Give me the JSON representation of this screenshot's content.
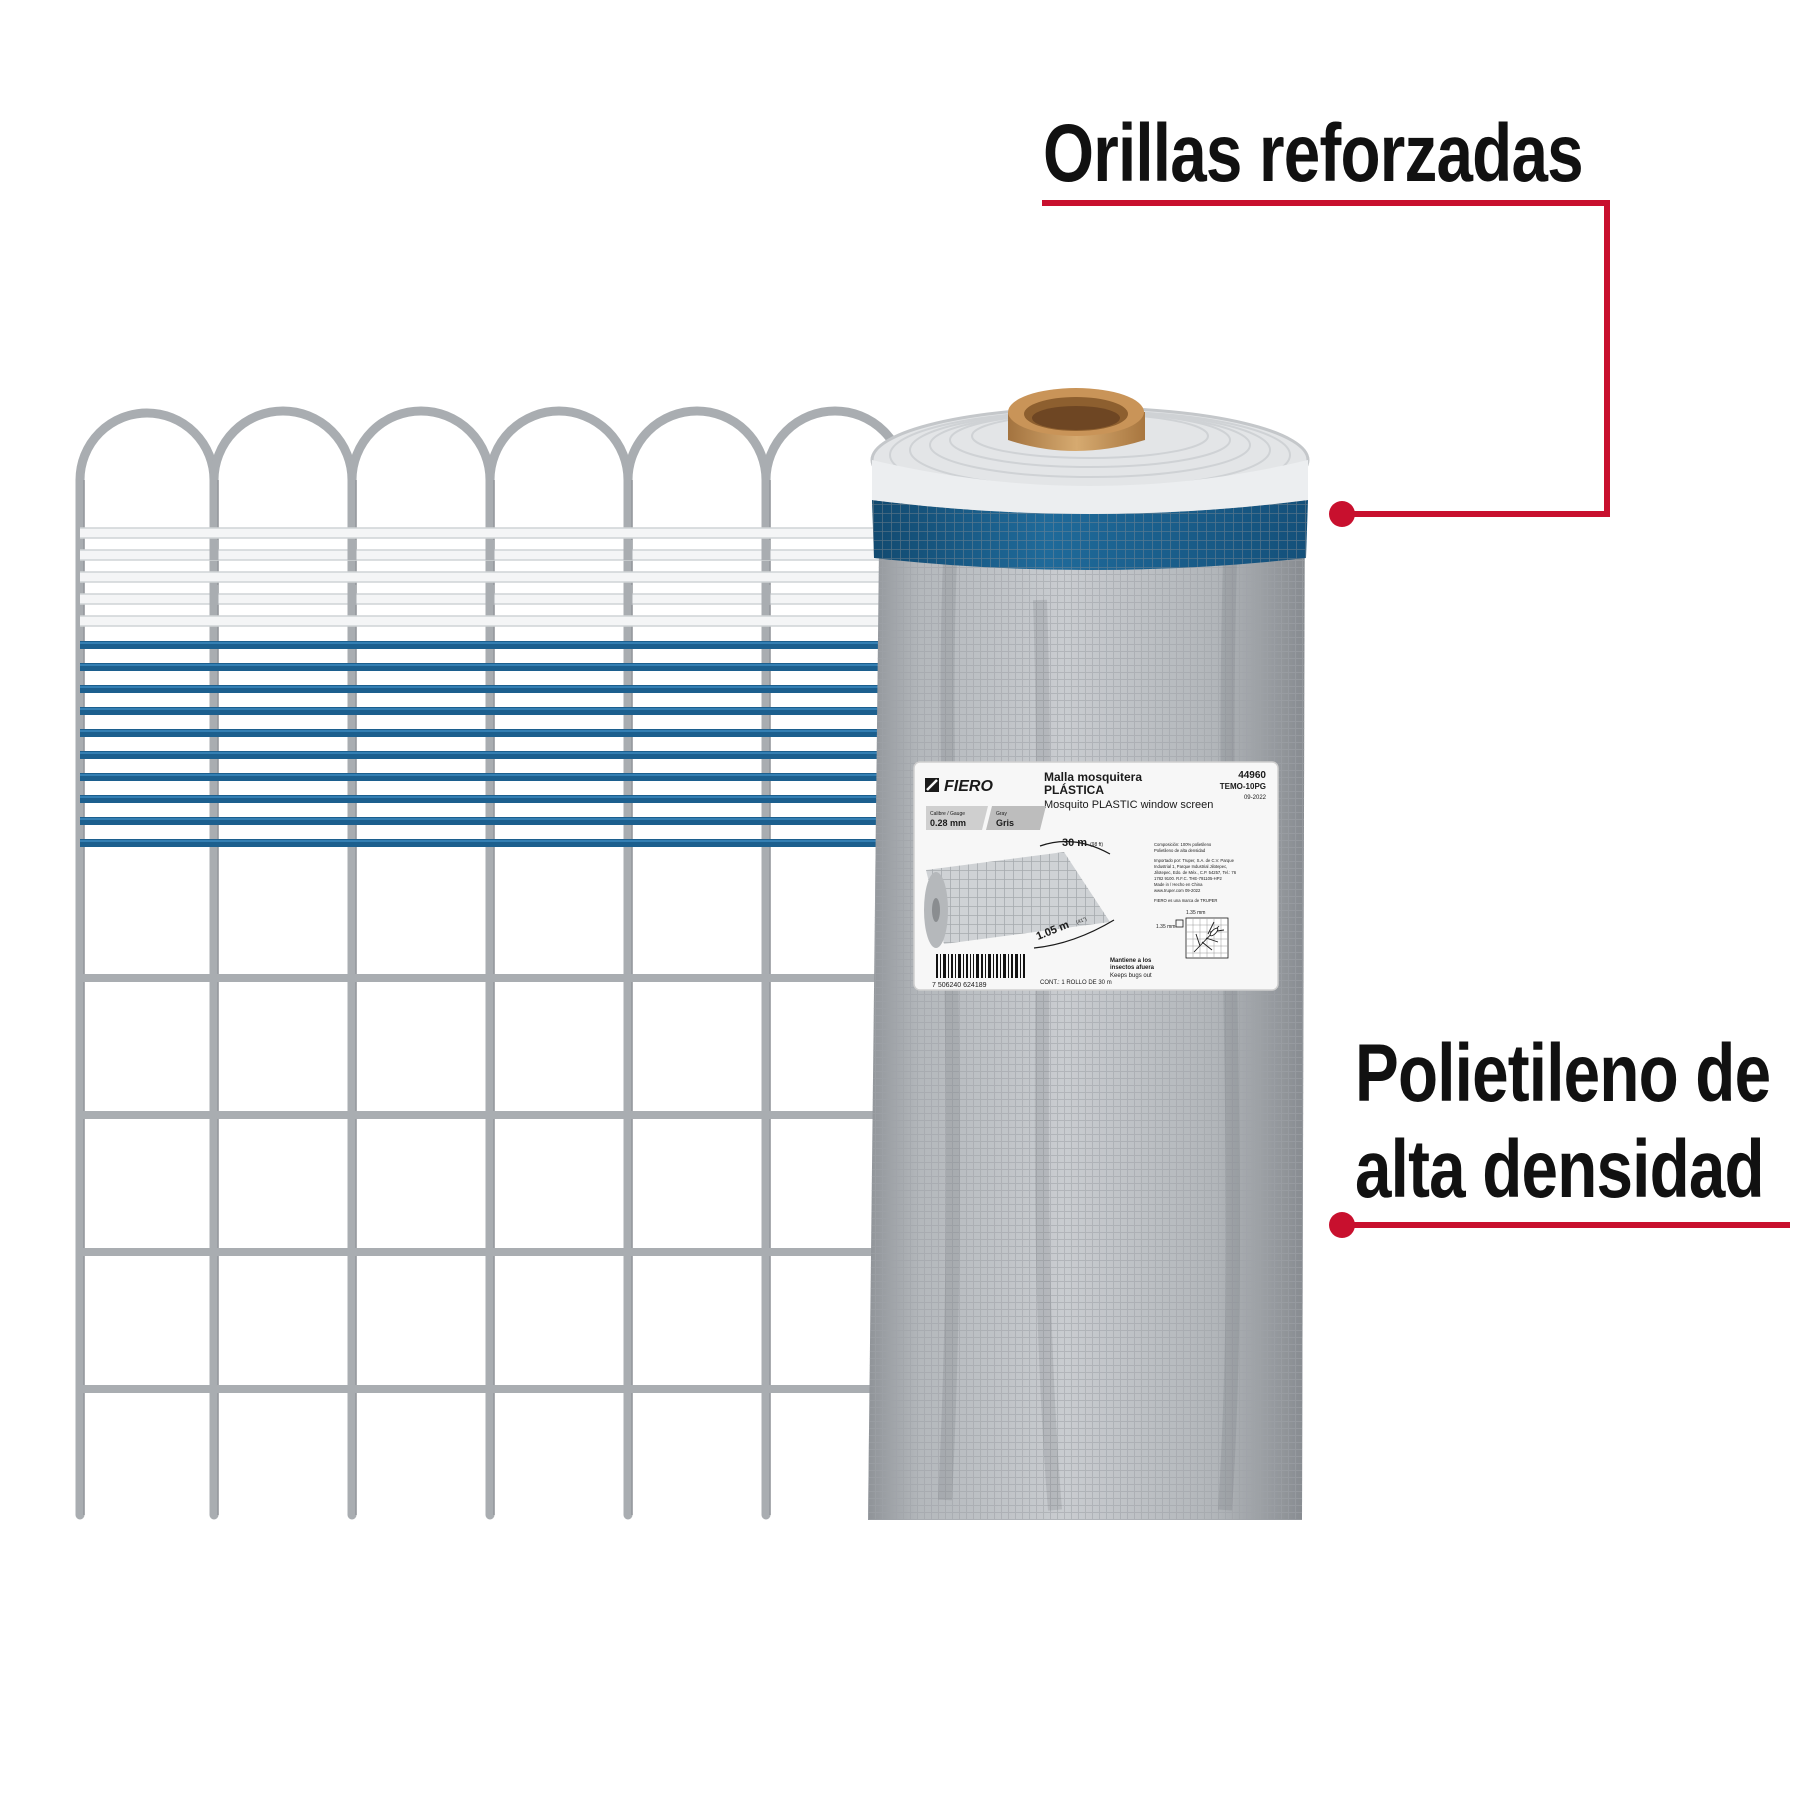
{
  "callouts": {
    "reinforced_edges": "Orillas reforzadas",
    "material_line1": "Polietileno de",
    "material_line2": "alta densidad"
  },
  "label": {
    "brand": "FIERO",
    "product_es_1": "Malla mosquitera",
    "product_es_2": "PLÁSTICA",
    "product_en": "Mosquito PLASTIC window screen",
    "sku": "44960",
    "model": "TEMO-10PG",
    "date": "09-2022",
    "gauge_label": "Calibre / Gauge",
    "gauge_value": "0.28 mm",
    "color_label": "Gray",
    "color_value": "Gris",
    "length": "30 m",
    "length_ft": "(98 ft)",
    "width": "1.05 m",
    "width_in": "(41\")",
    "mesh_h": "1.35 mm",
    "mesh_v": "1.35 mm",
    "benefit_es_1": "Mantiene a los",
    "benefit_es_2": "insectos afuera",
    "benefit_en": "Keeps bugs out",
    "barcode_number": "7 506240 624189",
    "content": "CONT.: 1 ROLLO DE 30 m",
    "composition_1": "Composición: 100% polietileno",
    "composition_2": "Polietileno de alta densidad",
    "importer_1": "Importado por: Truper, S.A. de C.V. Parque",
    "importer_2": "Industrial 1, Parque Industrial Jilotepec,",
    "importer_3": "Jilotepec, Edo. de Méx., C.P. 54257, Tel.: 76",
    "importer_4": "1782 9100. R.F.C. THE-791105-HP2",
    "importer_5": "Made in / Hecho en China",
    "importer_6": "www.truper.com     09-2022",
    "brand_footer": "FIERO es una marca de TRUPER"
  },
  "colors": {
    "accent_red": "#c8102e",
    "edge_blue": "#1f6a9a",
    "mesh_gray": "#a8acb0",
    "tube": "#c89a60"
  }
}
